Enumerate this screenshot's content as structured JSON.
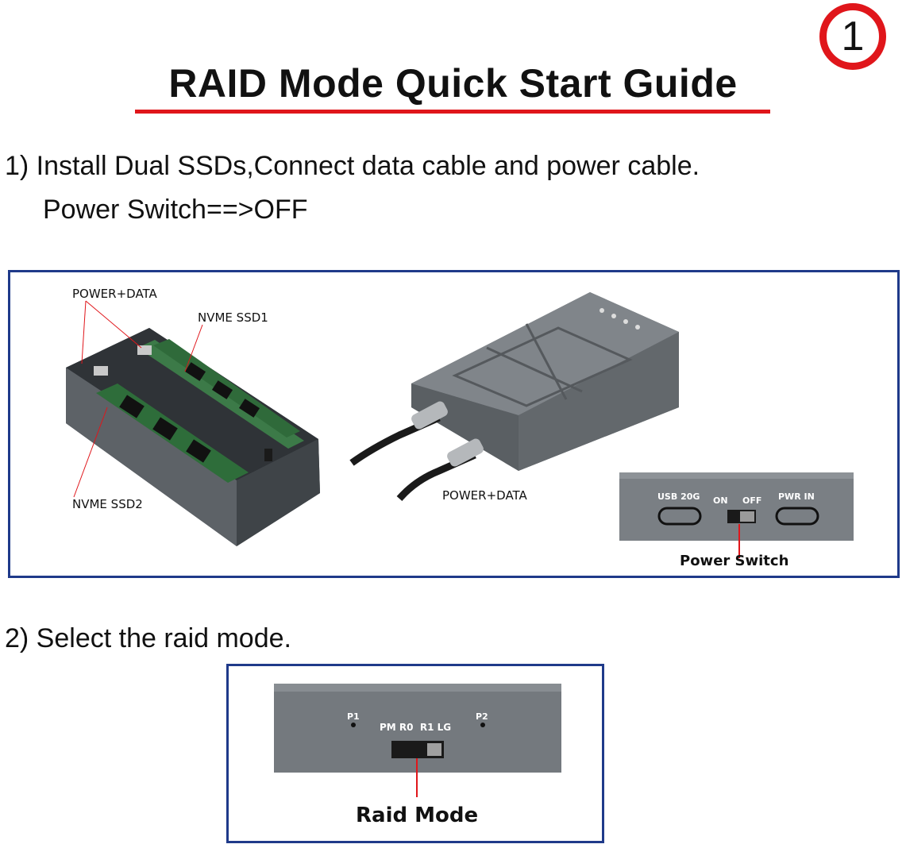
{
  "badge": {
    "number": "1"
  },
  "title": "RAID Mode Quick Start Guide",
  "steps": {
    "step1_line1": "1) Install Dual SSDs,Connect data cable and power cable.",
    "step1_line2": "Power Switch==>OFF",
    "step2": "2) Select the raid mode."
  },
  "figure1": {
    "label_power_data_top": "POWER+DATA",
    "label_nvme_ssd1": "NVME SSD1",
    "label_nvme_ssd2": "NVME SSD2",
    "label_power_data_bottom": "POWER+DATA",
    "port_usb": "USB 20G",
    "switch_on": "ON",
    "switch_off": "OFF",
    "port_pwr": "PWR IN",
    "label_power_switch": "Power Switch"
  },
  "figure2": {
    "p1": "P1",
    "p2": "P2",
    "modes": "PM R0  R1 LG",
    "label_raid_mode": "Raid Mode"
  },
  "colors": {
    "accent": "#e0161b",
    "frame": "#1f3a8a",
    "device": "#6e7378"
  }
}
